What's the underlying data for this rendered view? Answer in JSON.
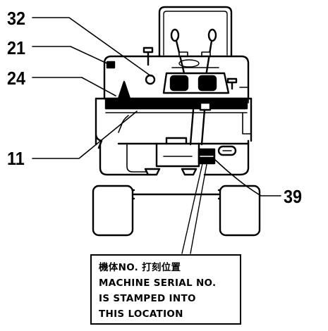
{
  "callouts": {
    "c32": "32",
    "c21": "21",
    "c24": "24",
    "c11": "11",
    "c39": "39"
  },
  "note": {
    "line1": "機体NO. 打刻位置",
    "line2": "MACHINE SERIAL NO.",
    "line3": "IS STAMPED INTO",
    "line4": "THIS LOCATION"
  }
}
